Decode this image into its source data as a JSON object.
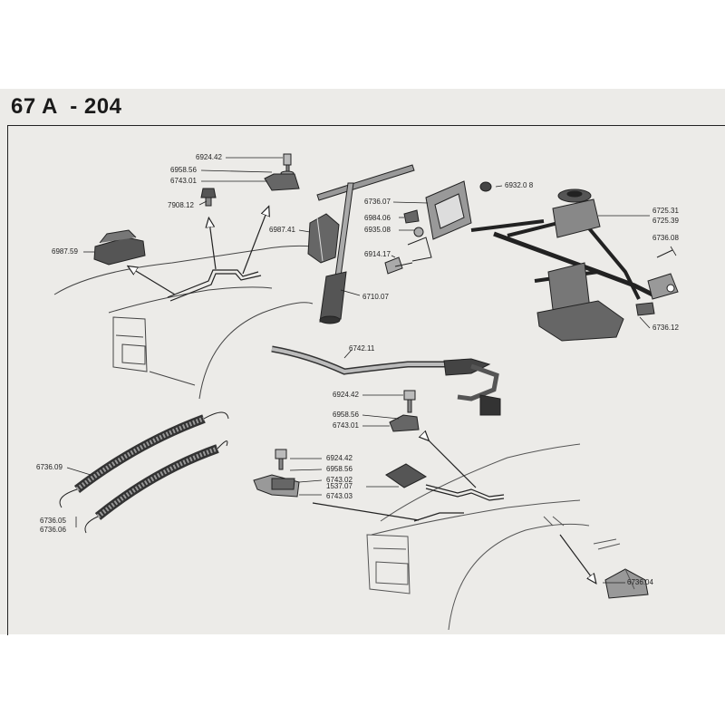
{
  "header": {
    "title": "67 A  - 204"
  },
  "labels": {
    "p6924_42_top": "6924.42",
    "p6958_56_top": "6958.56",
    "p6743_01_top": "6743.01",
    "p7908_12": "7908.12",
    "p6987_59": "6987.59",
    "p6987_41": "6987.41",
    "p6736_07": "6736.07",
    "p6984_06": "6984.06",
    "p6935_08": "6935.08",
    "p6914_17": "6914.17",
    "p6710_07": "6710.07",
    "p6932_08": "6932.0 8",
    "p6725_31": "6725.31",
    "p6725_39": "6725.39",
    "p6736_08": "6736.08",
    "p6736_12": "6736.12",
    "p6742_11": "6742.11",
    "p6924_42_mid": "6924.42",
    "p6958_56_mid": "6958.56",
    "p6743_01_mid": "6743.01",
    "p6924_42_low": "6924.42",
    "p6958_56_low": "6958.56",
    "p6743_02": "6743.02",
    "p1537_07": "1537.07",
    "p6743_03": "6743.03",
    "p6736_09": "6736.09",
    "p6736_05": "6736.05",
    "p6736_06": "6736.06",
    "p6736_04": "6736.04"
  }
}
